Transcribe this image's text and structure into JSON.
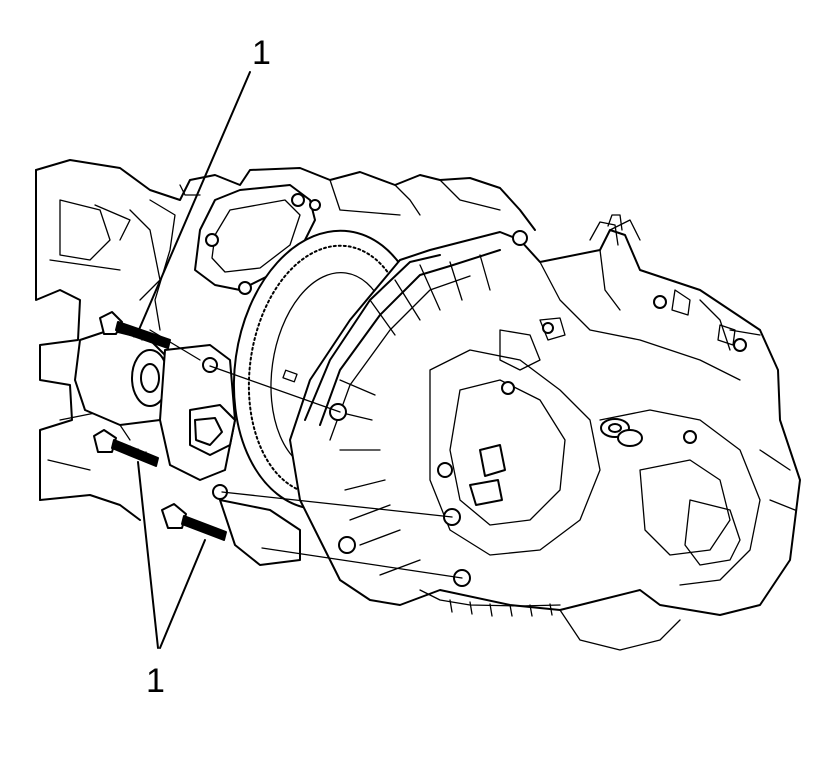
{
  "diagram": {
    "callouts": [
      {
        "id": "upper",
        "label": "1"
      },
      {
        "id": "lower",
        "label": "1"
      }
    ],
    "colors": {
      "line": "#000000",
      "background": "#ffffff"
    }
  }
}
